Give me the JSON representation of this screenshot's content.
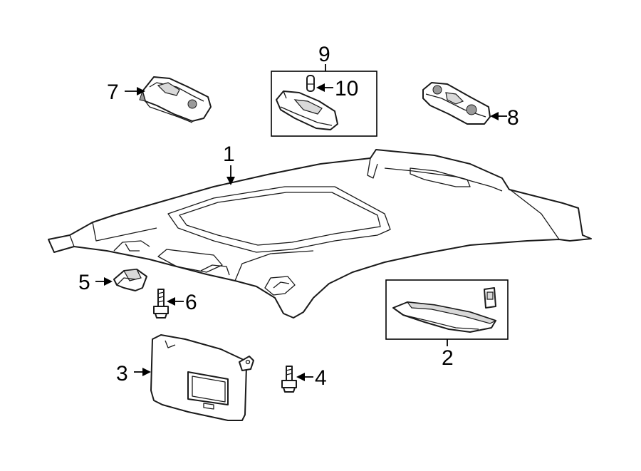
{
  "callouts": {
    "c1": "1",
    "c2": "2",
    "c3": "3",
    "c4": "4",
    "c5": "5",
    "c6": "6",
    "c7": "7",
    "c8": "8",
    "c9": "9",
    "c10": "10"
  },
  "parts": [
    {
      "callout": "1",
      "icon": "headliner-panel-icon"
    },
    {
      "callout": "2",
      "icon": "console-panel-icon"
    },
    {
      "callout": "3",
      "icon": "sun-visor-icon"
    },
    {
      "callout": "4",
      "icon": "screw-icon"
    },
    {
      "callout": "5",
      "icon": "visor-clip-icon"
    },
    {
      "callout": "6",
      "icon": "screw-icon"
    },
    {
      "callout": "7",
      "icon": "dome-lamp-icon"
    },
    {
      "callout": "8",
      "icon": "dome-lamp-icon"
    },
    {
      "callout": "9",
      "icon": "map-lamp-assembly-icon"
    },
    {
      "callout": "10",
      "icon": "bulb-icon"
    }
  ]
}
